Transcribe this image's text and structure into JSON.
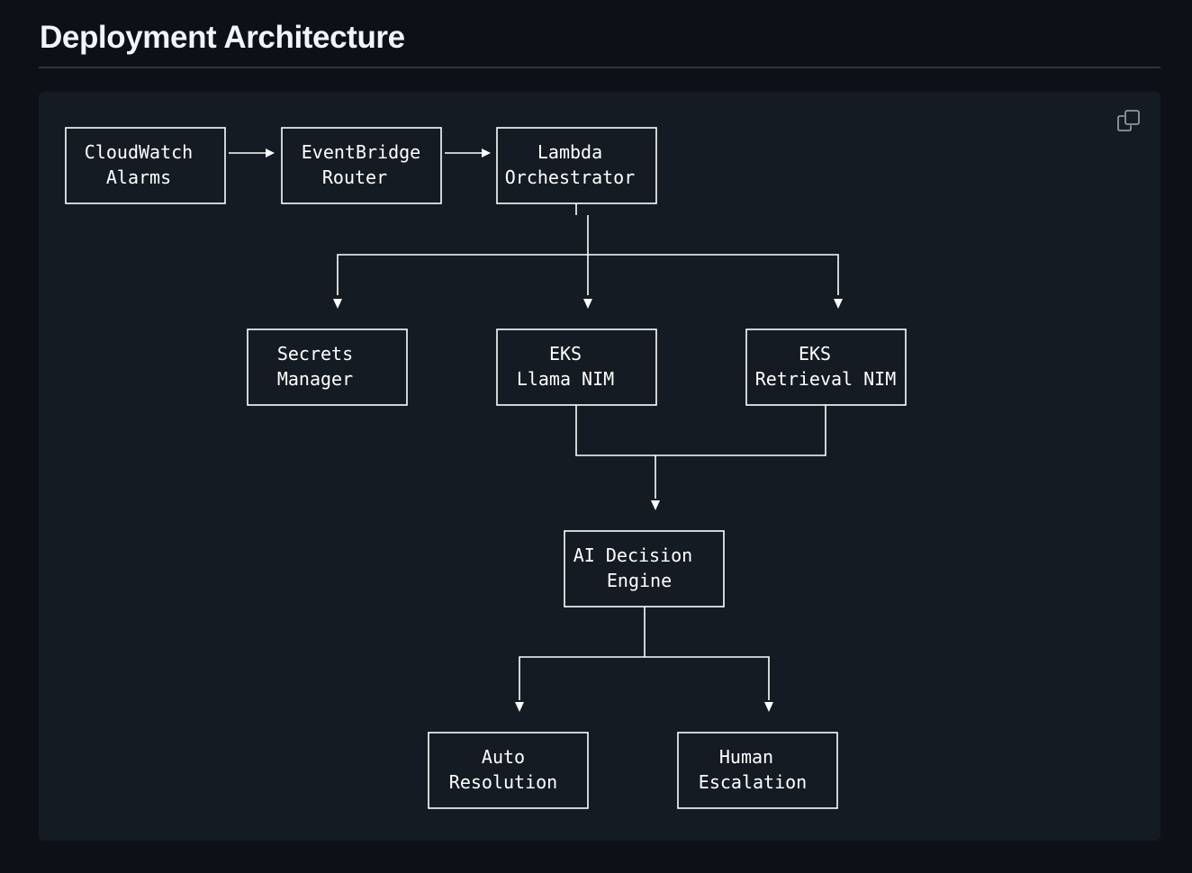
{
  "page": {
    "title": "Deployment Architecture"
  },
  "toolbar": {
    "copy_icon": "copy-icon"
  },
  "diagram": {
    "nodes": {
      "cloudwatch": {
        "line1": "CloudWatch",
        "line2": "Alarms"
      },
      "eventbridge": {
        "line1": "EventBridge",
        "line2": "Router"
      },
      "lambda": {
        "line1": "Lambda",
        "line2": "Orchestrator"
      },
      "secrets": {
        "line1": "Secrets",
        "line2": "Manager"
      },
      "llama": {
        "line1": "EKS",
        "line2": "Llama NIM"
      },
      "retrieval": {
        "line1": "EKS",
        "line2": "Retrieval NIM"
      },
      "decision": {
        "line1": "AI Decision",
        "line2": "Engine"
      },
      "auto": {
        "line1": "Auto",
        "line2": "Resolution"
      },
      "human": {
        "line1": "Human",
        "line2": "Escalation"
      }
    },
    "edges": [
      {
        "from": "cloudwatch",
        "to": "eventbridge"
      },
      {
        "from": "eventbridge",
        "to": "lambda"
      },
      {
        "from": "lambda",
        "to": "secrets"
      },
      {
        "from": "lambda",
        "to": "llama"
      },
      {
        "from": "lambda",
        "to": "retrieval"
      },
      {
        "from": "llama",
        "to": "decision"
      },
      {
        "from": "retrieval",
        "to": "decision"
      },
      {
        "from": "decision",
        "to": "auto"
      },
      {
        "from": "decision",
        "to": "human"
      }
    ],
    "colors": {
      "background": "#0d1117",
      "panel": "#151b23",
      "stroke": "#ffffff",
      "text": "#ffffff"
    }
  }
}
